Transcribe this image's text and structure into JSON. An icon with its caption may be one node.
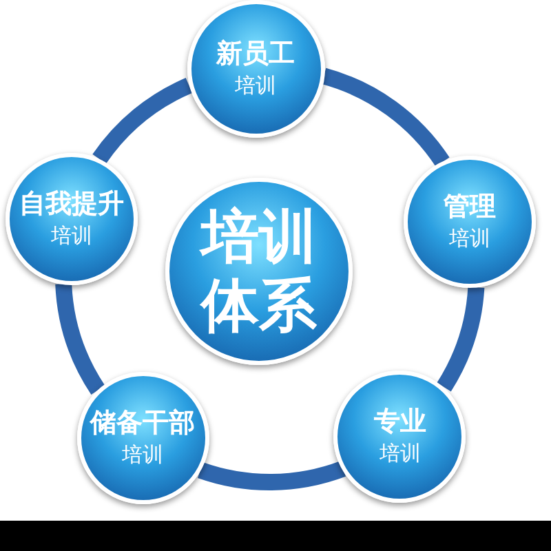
{
  "diagram": {
    "nodes": [
      {
        "text": [
          "培训体系"
        ]
      },
      {
        "text": [
          "新员工",
          "培训"
        ]
      },
      {
        "text": [
          "管理",
          "培训"
        ]
      },
      {
        "text": [
          "专业",
          "培训"
        ]
      },
      {
        "text": [
          "储备干部",
          "培训"
        ]
      },
      {
        "text": [
          "自我提升",
          "培训"
        ]
      },
      {
        "text": [],
        "shape": "bar"
      }
    ],
    "edges": [
      {
        "from": 1,
        "to": 2,
        "arrow": "none"
      },
      {
        "from": 2,
        "to": 3,
        "arrow": "none"
      },
      {
        "from": 3,
        "to": 4,
        "arrow": "none"
      },
      {
        "from": 4,
        "to": 5,
        "arrow": "none"
      },
      {
        "from": 5,
        "to": 1,
        "arrow": "none"
      }
    ]
  }
}
